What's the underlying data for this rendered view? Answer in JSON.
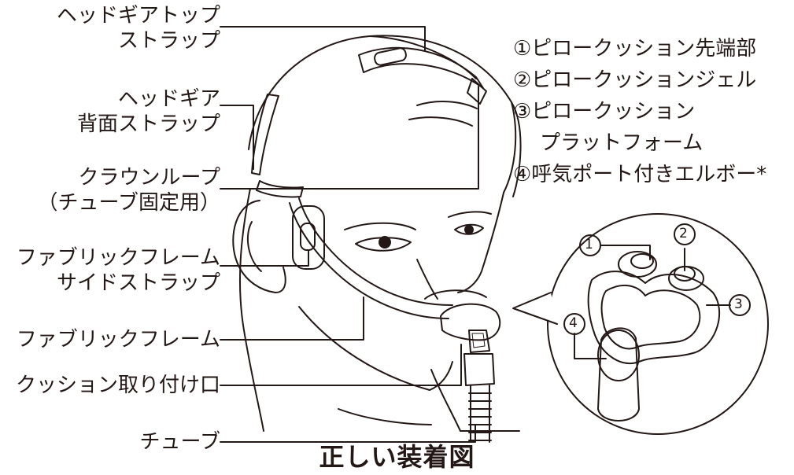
{
  "labels": {
    "headgear_top_strap": [
      "ヘッドギアトップ",
      "ストラップ"
    ],
    "headgear_back_strap": [
      "ヘッドギア",
      "背面ストラップ"
    ],
    "crown_loop": [
      "クラウンループ",
      "（チューブ固定用）"
    ],
    "fabric_frame_side_strap": [
      "ファブリックフレーム",
      "サイドストラップ"
    ],
    "fabric_frame": "ファブリックフレーム",
    "cushion_port": "クッション取り付け口",
    "tube": "チューブ"
  },
  "parts_list": [
    "①ピロークッション先端部",
    "②ピロークッションジェル",
    "③ピロークッション",
    "プラットフォーム",
    "④呼気ポート付きエルボー*"
  ],
  "detail_markers": [
    "1",
    "2",
    "3",
    "4"
  ],
  "caption": "正しい装着図",
  "colors": {
    "line": "#231815",
    "background": "#ffffff"
  }
}
